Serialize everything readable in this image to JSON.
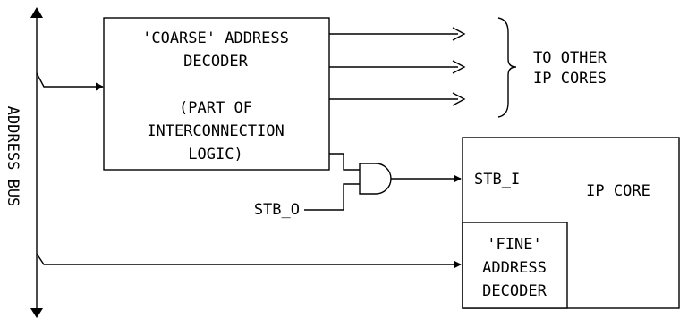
{
  "bus": {
    "label": "ADDRESS BUS"
  },
  "coarse_decoder": {
    "lines": [
      "'COARSE' ADDRESS",
      "DECODER",
      "",
      "(PART OF",
      "INTERCONNECTION",
      "LOGIC)"
    ]
  },
  "other_cores": {
    "lines": [
      "TO OTHER",
      "IP CORES"
    ]
  },
  "strobe_out": {
    "label": "STB_O"
  },
  "ip_core": {
    "title": "IP CORE",
    "strobe_in": "STB_I"
  },
  "fine_decoder": {
    "lines": [
      "'FINE'",
      "ADDRESS",
      "DECODER"
    ]
  }
}
